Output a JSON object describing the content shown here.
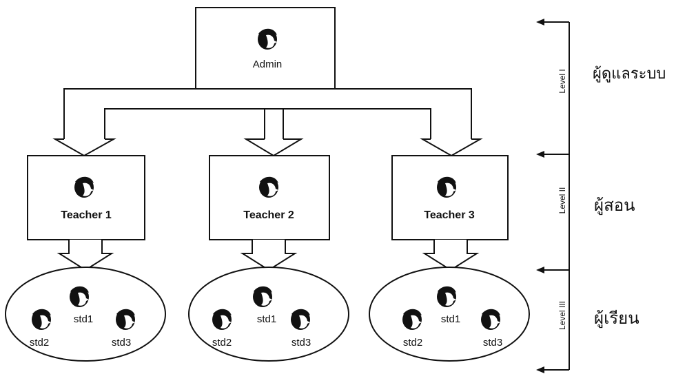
{
  "admin": {
    "label": "Admin",
    "icon": "person-head-icon"
  },
  "teachers": [
    {
      "label": "Teacher 1",
      "icon": "person-head-icon",
      "students": [
        {
          "label": "std1"
        },
        {
          "label": "std2"
        },
        {
          "label": "std3"
        }
      ]
    },
    {
      "label": "Teacher 2",
      "icon": "person-head-icon",
      "students": [
        {
          "label": "std1"
        },
        {
          "label": "std2"
        },
        {
          "label": "std3"
        }
      ]
    },
    {
      "label": "Teacher 3",
      "icon": "person-head-icon",
      "students": [
        {
          "label": "std1"
        },
        {
          "label": "std2"
        },
        {
          "label": "std3"
        }
      ]
    }
  ],
  "levels": [
    {
      "axis_label": "Level I",
      "role": "ผู้ดูแลระบบ"
    },
    {
      "axis_label": "Level II",
      "role": "ผู้สอน"
    },
    {
      "axis_label": "Level III",
      "role": "ผู้เรียน"
    }
  ],
  "colors": {
    "line": "#111111",
    "background": "#ffffff",
    "icon": "#111111"
  }
}
